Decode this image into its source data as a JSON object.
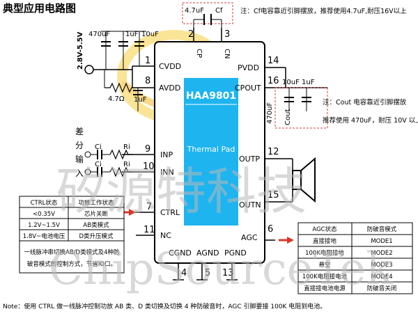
{
  "title": "典型应用电路图",
  "chip": {
    "part_number": "HAA9801",
    "pad_label": "Thermal Pad"
  },
  "pins": {
    "cvdd": {
      "num": "1",
      "name": "CVDD"
    },
    "avdd": {
      "num": "8",
      "name": "AVDD"
    },
    "cp": {
      "num": "2",
      "name": "CP"
    },
    "cn": {
      "num": "3",
      "name": "CN"
    },
    "pvdd": {
      "num": "14",
      "name": "PVDD"
    },
    "cpout": {
      "num": "16",
      "name": "CPOUT"
    },
    "inp": {
      "num": "9",
      "name": "INP"
    },
    "inn": {
      "num": "10",
      "name": "INN"
    },
    "outp": {
      "num": "12",
      "name": "OUTP"
    },
    "outn": {
      "num": "15",
      "name": "OUTN"
    },
    "ctrl": {
      "num": "7",
      "name": "CTRL"
    },
    "nc": {
      "num": "11",
      "name": "NC"
    },
    "agc": {
      "num": "6",
      "name": "AGC"
    },
    "cgnd": {
      "num": "4",
      "name": "CGND"
    },
    "agnd": {
      "num": "5",
      "name": "AGND"
    },
    "pgnd": {
      "num": "13",
      "name": "PGND"
    }
  },
  "components": {
    "supply_label": "2.8V-5.5V",
    "cap_470uf_in": "470uF",
    "cap_1uf_in": "1uF",
    "cap_10uf_in": "10uF",
    "res_4_7": "4.7Ω",
    "cap_1uf_avdd": "1uF",
    "cap_4_7uf": "4.7uF",
    "cap_cf": "Cf",
    "cap_10uf_out": "10uF",
    "cap_1uf_out": "1uF",
    "cap_470uf_out": "470uF",
    "cap_cout": "Cout",
    "ci_label_1": "Ci",
    "ci_label_2": "Ci",
    "ri_label_1": "Ri",
    "ri_label_2": "Ri",
    "diff_input": [
      "差",
      "分",
      "输",
      "入"
    ]
  },
  "notes": {
    "cf_note": "注：Cf电容靠近引脚摆放，推荐使用4.7uF,耐压16V以上",
    "cout_note_1": "注：Cout 电容靠近引脚摆放",
    "cout_note_2": "推荐使用 470uF，耐压 10V 以上",
    "footer_note": "Note：使用 CTRL 做一线脉冲控制功放 AB 类、D 类切换及切换 4 种防破音时，AGC 引脚要接 100K 电阻到电池。"
  },
  "ctrl_table": {
    "headers": [
      "CTRL状态",
      "功放工作状态"
    ],
    "rows": [
      [
        "<0.35V",
        "芯片关断"
      ],
      [
        "1.2V~1.5V",
        "AB类模式"
      ],
      [
        "1.8V~电池电压",
        "D类升压模式"
      ]
    ],
    "footer_1": "一线脉冲串切换AB/D类模式及4种防",
    "footer_2": "破音模式的控制方式，节省IO口。"
  },
  "agc_table": {
    "headers": [
      "AGC状态",
      "防破音模式"
    ],
    "rows": [
      [
        "直接接地",
        "MODE1"
      ],
      [
        "100K电阻接地",
        "MODE2"
      ],
      [
        "悬空",
        "MODE3"
      ],
      [
        "100K电阻接电池",
        "MODE4"
      ],
      [
        "直接接电池电源",
        "防破音关闭"
      ]
    ]
  },
  "watermark": {
    "cn": "矽源特科技",
    "en": "ChipSourceTek"
  },
  "colors": {
    "chip_pad": "#1eb4ef",
    "arrow": "#d9372a",
    "logo_ring": "#f5c518",
    "dashed_box": "#d23c3c"
  }
}
